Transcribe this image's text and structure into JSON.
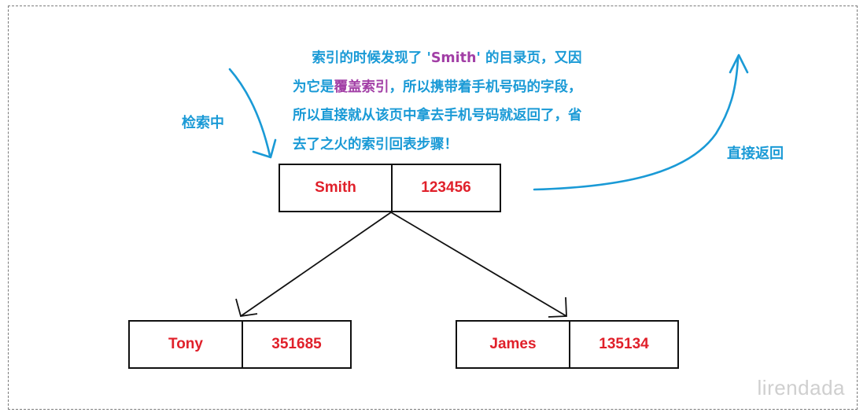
{
  "note": {
    "line1_a": "索引的时候发现了 '",
    "line1_key": "Smith",
    "line1_b": "' 的目录页，又因",
    "line2_a": "为它是",
    "line2_hl": "覆盖索引",
    "line2_b": "，所以携带着手机号码的字段，",
    "line3": "所以直接就从该页中拿去手机号码就返回了，省",
    "line4": "去了之火的索引回表步骤！"
  },
  "labels": {
    "searching": "检索中",
    "return_directly": "直接返回"
  },
  "root": {
    "key": "Smith",
    "value": "123456"
  },
  "children": [
    {
      "key": "Tony",
      "value": "351685"
    },
    {
      "key": "James",
      "value": "135134"
    }
  ],
  "watermark": "lirendada",
  "colors": {
    "annotation_blue": "#1a9ad6",
    "highlight_purple": "#a23fa6",
    "node_text_red": "#e0202a"
  }
}
